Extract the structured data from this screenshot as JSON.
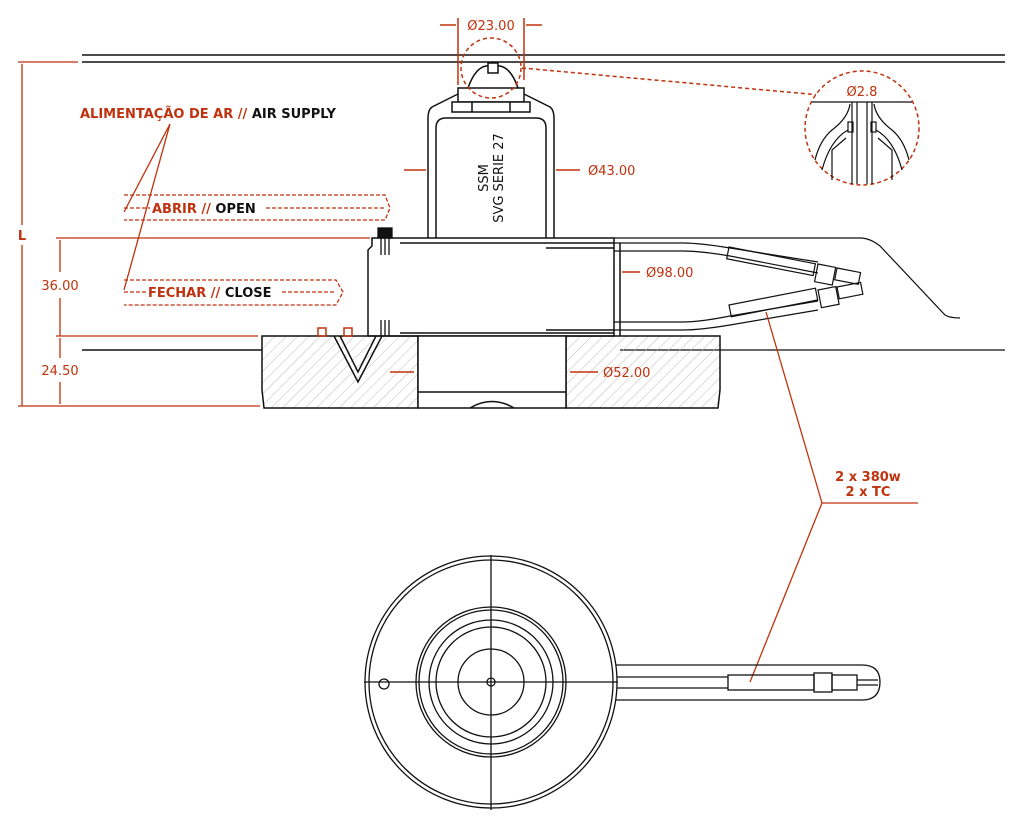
{
  "drawing": {
    "colors": {
      "accent": "#c0320e",
      "line": "#111111"
    },
    "top_dimension": "Ø23.00",
    "detail_dimension": "Ø2.8",
    "nozzle_dia": "Ø43.00",
    "body_dia": "Ø98.00",
    "bore_dia": "Ø52.00",
    "height_total": "L",
    "height_body": "36.00",
    "height_plate": "24.50",
    "nozzle_label_line1": "SSM",
    "nozzle_label_line2": "SVG SERIE 27",
    "air_supply": {
      "pt": "ALIMENTAÇÃO DE AR",
      "sep": " // ",
      "en": "AIR SUPPLY"
    },
    "open": {
      "pt": "ABRIR",
      "sep": " // ",
      "en": "OPEN"
    },
    "close": {
      "pt": "FECHAR",
      "sep": " // ",
      "en": "CLOSE"
    },
    "heater_line1": "2 x 380w",
    "heater_line2": "2 x TC"
  }
}
